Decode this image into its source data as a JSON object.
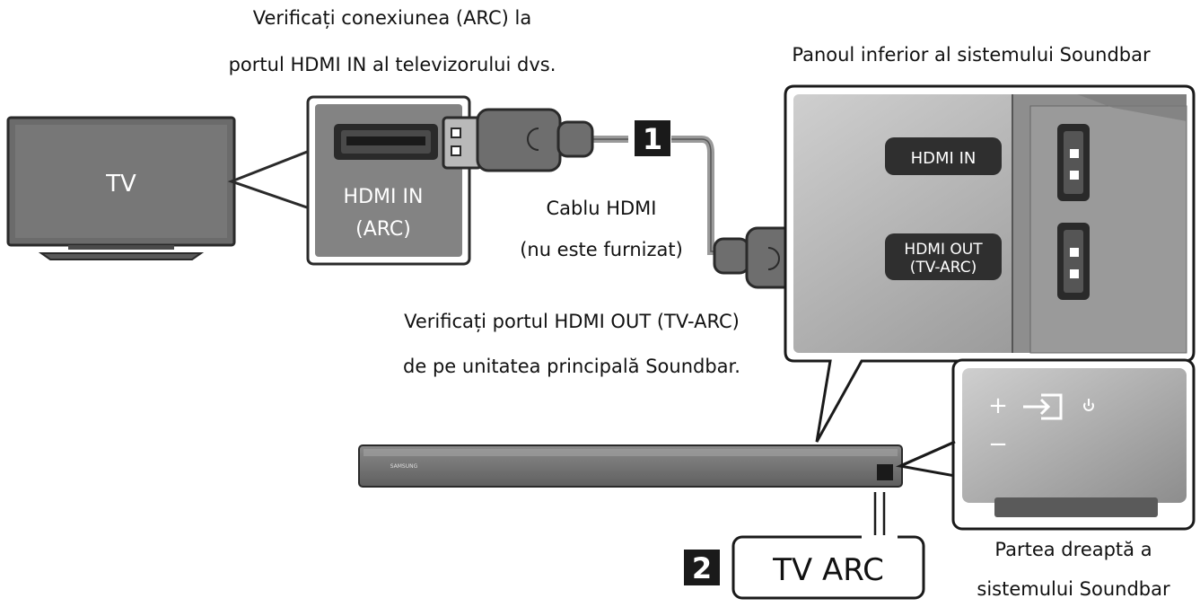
{
  "captions": {
    "check_arc_line1": "Verificați conexiunea (ARC) la",
    "check_arc_line2": "portul HDMI IN al televizorului dvs.",
    "bottom_panel_title": "Panoul inferior al sistemului Soundbar",
    "cable_line1": "Cablu HDMI",
    "cable_line2": "(nu este furnizat)",
    "check_out_line1": "Verificați portul HDMI OUT (TV-ARC)",
    "check_out_line2": "de pe unitatea principală Soundbar.",
    "right_side_line1": "Partea dreaptă a",
    "right_side_line2": "sistemului Soundbar"
  },
  "tv": {
    "label": "TV"
  },
  "tv_port": {
    "label_line1": "HDMI IN",
    "label_line2": "(ARC)"
  },
  "soundbar_panel": {
    "hdmi_in": "HDMI IN",
    "hdmi_out_line1": "HDMI OUT",
    "hdmi_out_line2": "(TV-ARC)"
  },
  "soundbar": {
    "brand": "SAMSUNG"
  },
  "right_panel": {
    "plus": "+",
    "minus": "−"
  },
  "steps": {
    "step1": "1",
    "step2": "2"
  },
  "tv_arc_label": "TV ARC"
}
